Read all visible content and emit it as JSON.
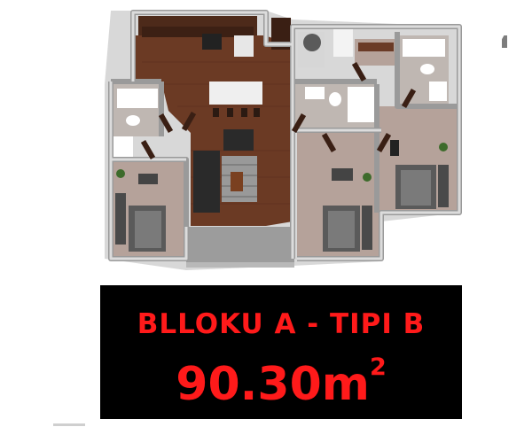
{
  "floor_plan": {
    "icon": "floor-plan-3d-render",
    "colors": {
      "wall": "#c9c9c9",
      "wall_shadow": "#9a9a9a",
      "wood_floor": "#6b3a24",
      "tile_floor": "#b5a29a",
      "bath_tile": "#bfb7b2",
      "balcony": "#9c9c9c",
      "bed": "#5a5a5a",
      "sofa": "#2a2a2a"
    }
  },
  "info": {
    "title": "BLLOKU A - TIPI B",
    "area_value": "90.30m",
    "area_superscript": "2",
    "text_color": "#ff1a1a",
    "background": "#000000"
  }
}
